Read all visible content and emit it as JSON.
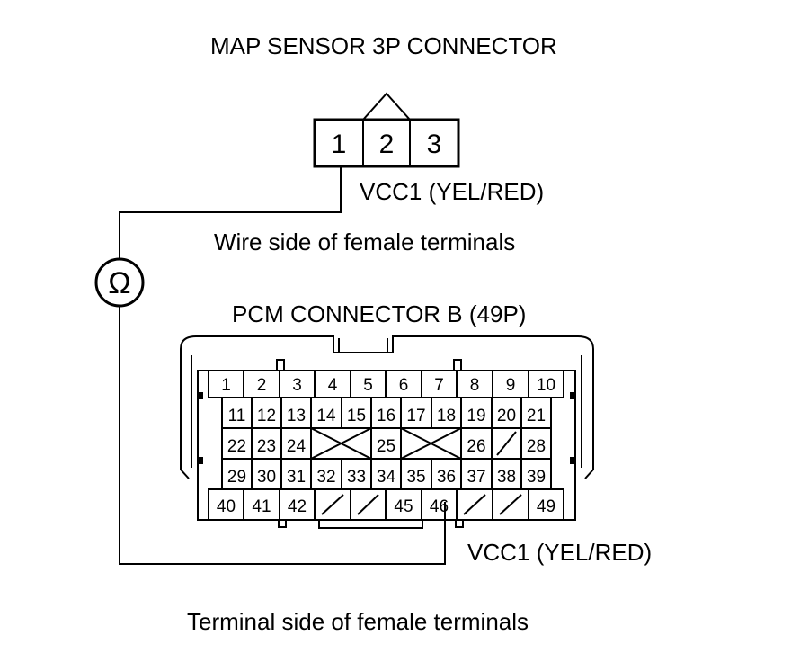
{
  "labels": {
    "map_title": "MAP SENSOR 3P CONNECTOR",
    "map_wire": "VCC1 (YEL/RED)",
    "map_side": "Wire side of female terminals",
    "pcm_title": "PCM CONNECTOR B (49P)",
    "pcm_wire": "VCC1 (YEL/RED)",
    "pcm_side": "Terminal side of female terminals",
    "meter_symbol": "Ω"
  },
  "map_pins": [
    "1",
    "2",
    "3"
  ],
  "pcm_rows": [
    [
      "1",
      "2",
      "3",
      "4",
      "5",
      "6",
      "7",
      "8",
      "9",
      "10"
    ],
    [
      "11",
      "12",
      "13",
      "14",
      "15",
      "16",
      "17",
      "18",
      "19",
      "20",
      "21"
    ],
    [
      "22",
      "23",
      "24",
      "",
      "25",
      "",
      "26",
      "",
      "28"
    ],
    [
      "29",
      "30",
      "31",
      "32",
      "33",
      "34",
      "35",
      "36",
      "37",
      "38",
      "39"
    ],
    [
      "40",
      "41",
      "42",
      "",
      "",
      "45",
      "46",
      "",
      "",
      "49"
    ]
  ]
}
